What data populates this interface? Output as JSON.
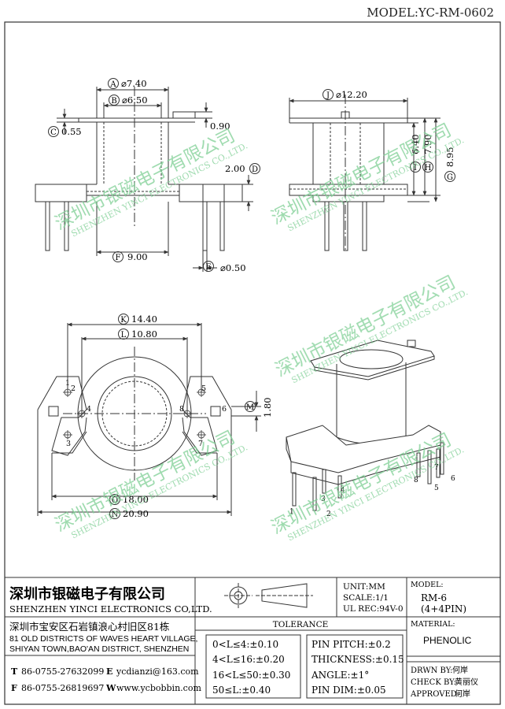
{
  "model_label": "MODEL:YC-RM-0602",
  "dims": {
    "A": {
      "letter": "A",
      "value": "⌀7.40"
    },
    "B": {
      "letter": "B",
      "value": "⌀6.50"
    },
    "C": {
      "letter": "C",
      "value": "0.55"
    },
    "c90": "0.90",
    "D": {
      "letter": "D",
      "value": "2.00"
    },
    "F": {
      "letter": "F",
      "value": "9.00"
    },
    "E": {
      "letter": "E",
      "value": "⌀0.50"
    },
    "J": {
      "letter": "J",
      "value": "⌀12.20"
    },
    "I": {
      "letter": "I",
      "value": "6.40"
    },
    "H": {
      "letter": "H",
      "value": "7.90"
    },
    "G": {
      "letter": "G",
      "value": "8.95"
    },
    "K": {
      "letter": "K",
      "value": "14.40"
    },
    "L": {
      "letter": "L",
      "value": "10.80"
    },
    "M": {
      "letter": "M",
      "value": "1.80"
    },
    "O": {
      "letter": "O",
      "value": "18.00"
    },
    "N": {
      "letter": "N",
      "value": "20.90"
    }
  },
  "pins_top": [
    "1",
    "2",
    "3",
    "4",
    "5",
    "6",
    "7",
    "8"
  ],
  "pins_iso": [
    "1",
    "2",
    "3",
    "4",
    "5",
    "6",
    "7",
    "8"
  ],
  "watermark": {
    "cn": "深圳市银磁电子有限公司",
    "en": "SHENZHEN YINCI ELECTRONICS CO.,LTD."
  },
  "company": {
    "name_cn": "深圳市银磁电子有限公司",
    "name_en": "SHENZHEN YINCI ELECTRONICS CO,LTD.",
    "addr_cn": "深圳市宝安区石岩镇浪心村旧区81栋",
    "addr_en1": "81 OLD DISTRICTS OF WAVES HEART VILLAGE,",
    "addr_en2": "SHIYAN TOWN,BAO'AN DISTRICT, SHENZHEN",
    "tel_key": "T",
    "tel": "86-0755-27632099",
    "email_key": "E",
    "email": "ycdianzi@163.com",
    "fax_key": "F",
    "fax": "86-0755-26819697",
    "web_key": "W",
    "web": "www.ycbobbin.com"
  },
  "units": {
    "unit": "UNIT:MM",
    "scale": "SCALE:1/1",
    "ul": "UL REC:94V-0"
  },
  "tolerance": {
    "title": "TOLERANCE",
    "left": [
      "0<L≤4:±0.10",
      "4<L≤16:±0.20",
      "16<L≤50:±0.30",
      "50≤L:±0.40"
    ],
    "right": [
      "PIN PITCH:±0.2",
      "THICKNESS:±0.15",
      "ANGLE:±1°",
      "PIN DIM:±0.05"
    ]
  },
  "model_box": {
    "label": "MODEL:",
    "value1": "RM-6",
    "value2": "(4+4PIN)"
  },
  "material": {
    "label": "MATERIAL:",
    "value": "PHENOLIC"
  },
  "signoff": [
    {
      "label": "DRWN BY:",
      "name": "何岸"
    },
    {
      "label": "CHECK BY:",
      "name": "黄丽仪"
    },
    {
      "label": "APPROVED:",
      "name": "何岸"
    }
  ]
}
